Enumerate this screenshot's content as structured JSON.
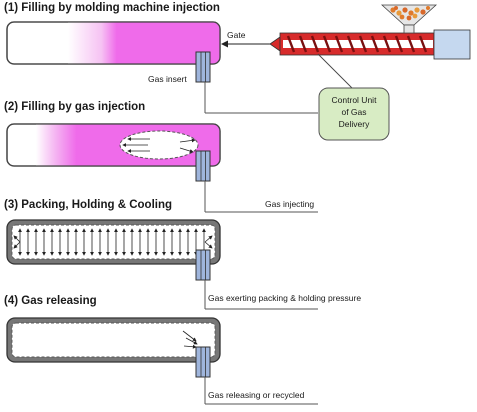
{
  "steps": [
    {
      "title": "(1) Filling by molding machine injection"
    },
    {
      "title": "(2) Filling by gas injection"
    },
    {
      "title": "(3) Packing, Holding & Cooling"
    },
    {
      "title": "(4) Gas releasing"
    }
  ],
  "labels": {
    "gate": "Gate",
    "gas_insert": "Gas insert",
    "gas_injecting": "Gas injecting",
    "gas_exerting": "Gas exerting packing & holding pressure",
    "gas_releasing": "Gas releasing or recycled"
  },
  "control_unit": {
    "lines": [
      "Control Unit",
      "of Gas",
      "Delivery"
    ]
  },
  "colors": {
    "melt_fill": "#ef6bea",
    "mold_border": "#444444",
    "mold_gray": "#777777",
    "gas_insert_fill": "#9fb5dc",
    "control_unit_fill": "#d8ecc4",
    "barrel_red": "#d72b2b",
    "nozzle_blue": "#c5d8ef"
  }
}
